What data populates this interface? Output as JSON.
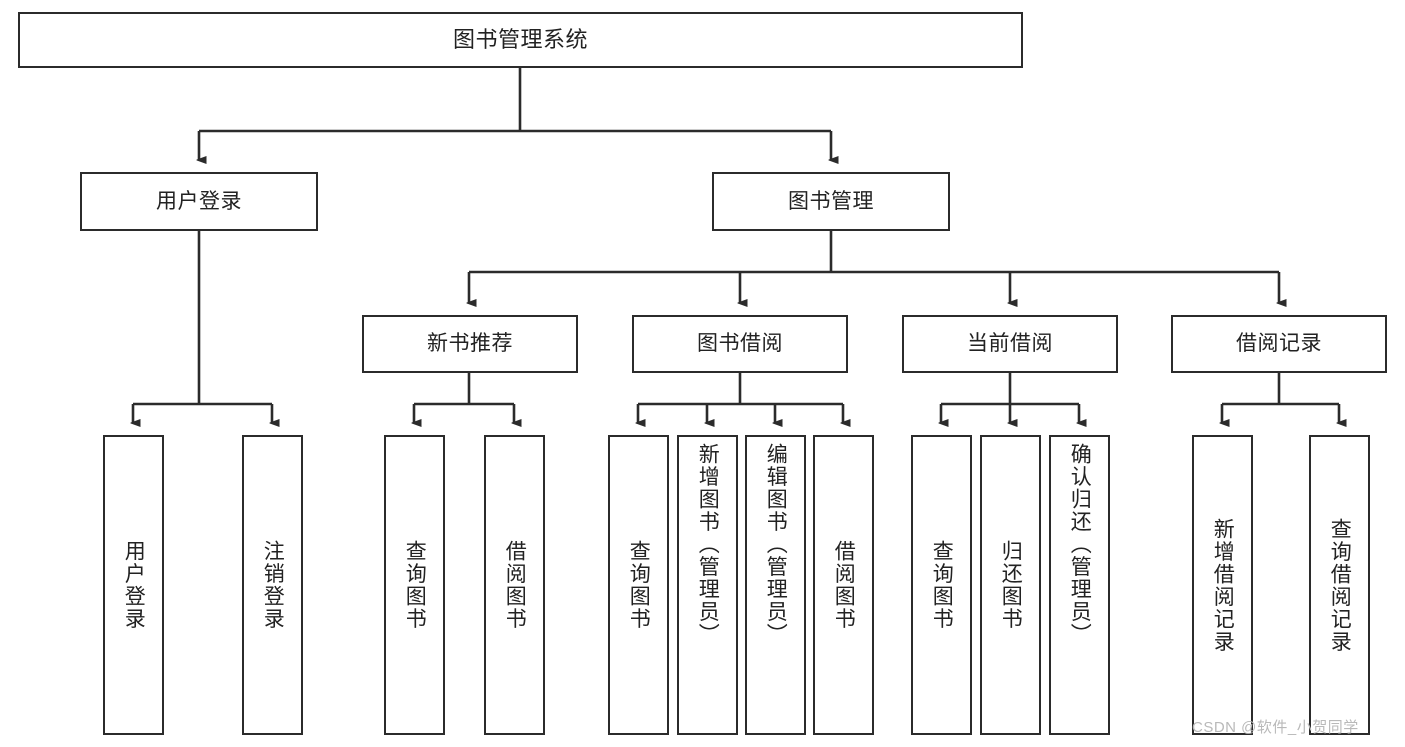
{
  "diagram": {
    "title": "图书管理系统",
    "type": "tree-hierarchy-chart",
    "root": {
      "label": "图书管理系统"
    },
    "level2": [
      {
        "label": "用户登录"
      },
      {
        "label": "图书管理"
      }
    ],
    "level3": [
      {
        "label": "新书推荐"
      },
      {
        "label": "图书借阅"
      },
      {
        "label": "当前借阅"
      },
      {
        "label": "借阅记录"
      }
    ],
    "leaves": {
      "user_login": [
        {
          "label": "用户登录"
        },
        {
          "label": "注销登录"
        }
      ],
      "new_book_recommend": [
        {
          "label": "查询图书"
        },
        {
          "label": "借阅图书"
        }
      ],
      "book_borrow": [
        {
          "label": "查询图书"
        },
        {
          "label": "新增图书（管理员）"
        },
        {
          "label": "编辑图书（管理员）"
        },
        {
          "label": "借阅图书"
        }
      ],
      "current_borrow": [
        {
          "label": "查询图书"
        },
        {
          "label": "归还图书"
        },
        {
          "label": "确认归还（管理员）"
        }
      ],
      "borrow_record": [
        {
          "label": "新增借阅记录"
        },
        {
          "label": "查询借阅记录"
        }
      ]
    }
  },
  "watermark": {
    "text": "CSDN @软件_小贺同学"
  },
  "colors": {
    "stroke": "#2b2b2b",
    "fill": "#ffffff",
    "text": "#222222",
    "watermark": "#b9b9b9"
  }
}
